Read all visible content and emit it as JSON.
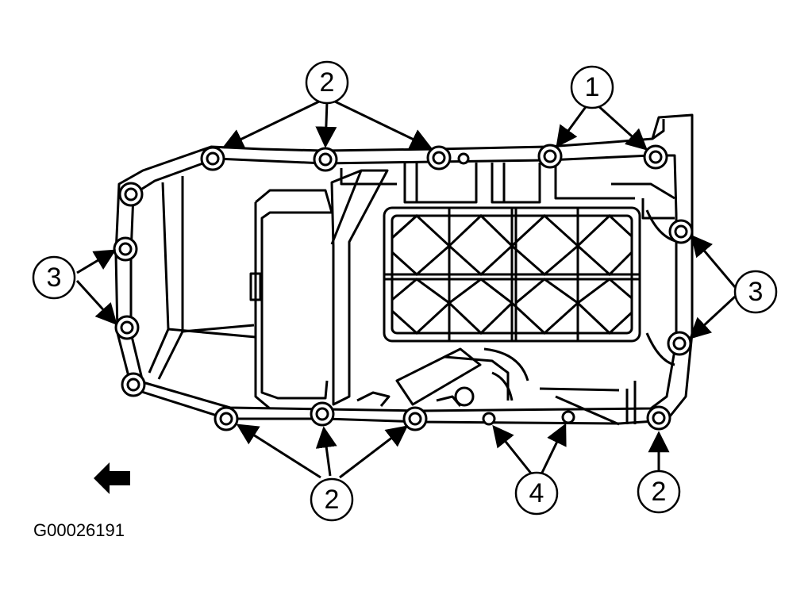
{
  "figure_id": "G00026191",
  "callouts": [
    "1",
    "2",
    "3",
    "4"
  ],
  "icons": {
    "front_arrow": "arrow-left-icon"
  },
  "colors": {
    "line": "#000000",
    "background": "#ffffff"
  }
}
